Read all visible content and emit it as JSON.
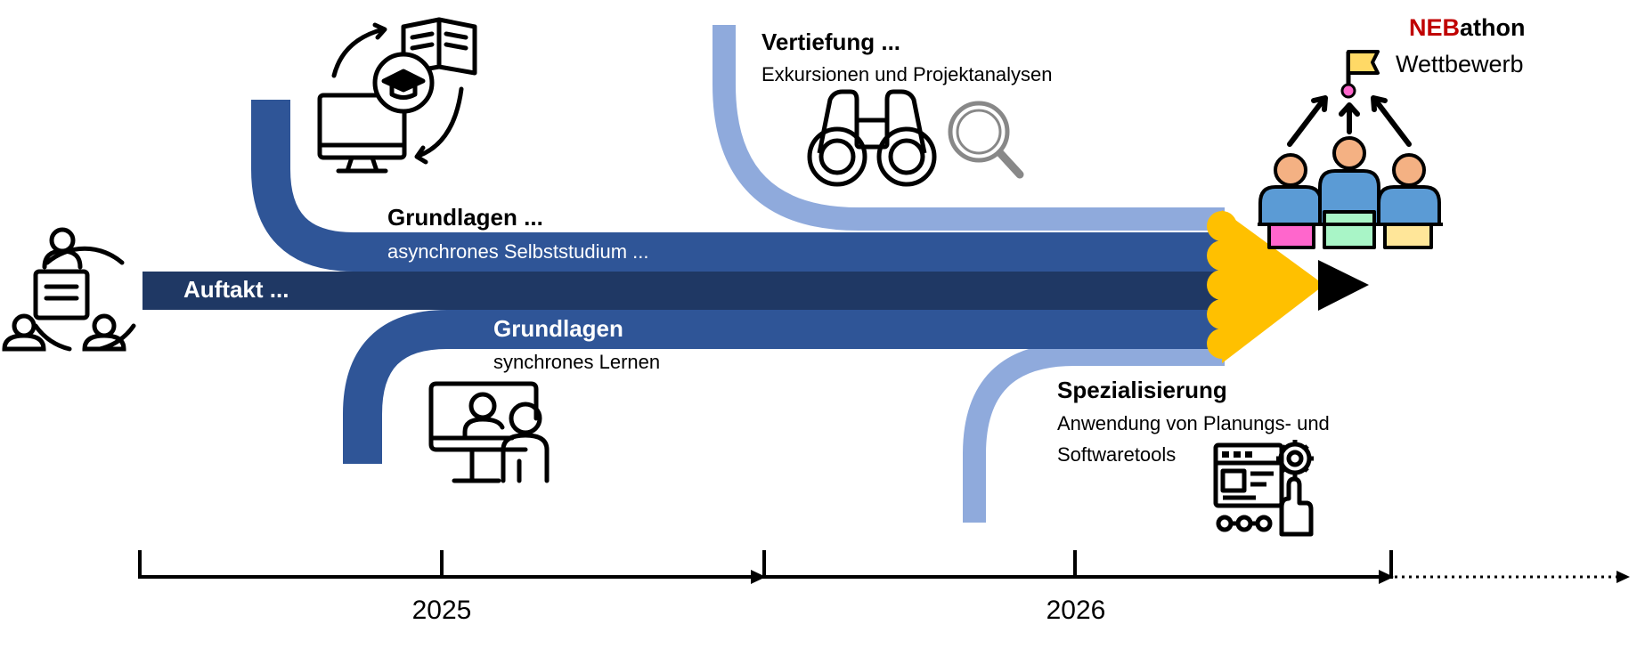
{
  "streams": {
    "auftakt": {
      "title": "Auftakt ..."
    },
    "grundlagen_async": {
      "title": "Grundlagen ...",
      "subtitle": "asynchrones Selbststudium ..."
    },
    "grundlagen_sync": {
      "title": "Grundlagen",
      "subtitle": "synchrones Lernen"
    },
    "vertiefung": {
      "title": "Vertiefung ...",
      "subtitle": "Exkursionen und Projektanalysen"
    },
    "spezialisierung": {
      "title": "Spezialisierung",
      "subtitle_line1": "Anwendung von Planungs- und",
      "subtitle_line2": "Softwaretools"
    }
  },
  "goal": {
    "title_highlight": "NEB",
    "title_rest": "athon",
    "subtitle": "Wettbewerb"
  },
  "timeline": {
    "years": [
      "2025",
      "2026"
    ]
  },
  "icons": [
    "team-meeting-icon",
    "e-learning-icon",
    "video-call-icon",
    "binoculars-icon",
    "magnifier-icon",
    "web-settings-icon",
    "team-goal-icon",
    "pencil-tip-icon"
  ],
  "colors": {
    "dark_navy": "#1f3864",
    "mid_blue": "#2f5597",
    "light_blue": "#8faadc",
    "pencil_yellow": "#ffc000",
    "highlight_red": "#c00000"
  }
}
